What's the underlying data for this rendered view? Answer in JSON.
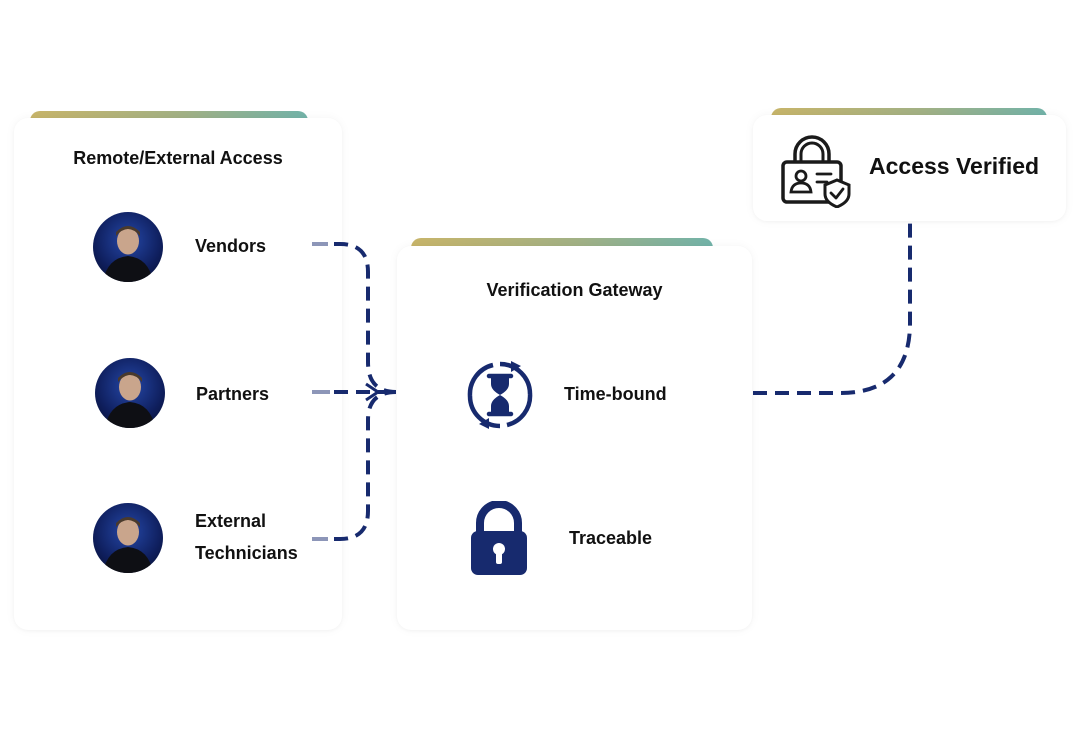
{
  "remote_card": {
    "title": "Remote/External Access",
    "items": [
      {
        "label": "Vendors",
        "avatar": "person-avatar"
      },
      {
        "label": "Partners",
        "avatar": "person-avatar"
      },
      {
        "label_line1": "External",
        "label_line2": "Technicians",
        "avatar": "person-avatar"
      }
    ]
  },
  "gateway_card": {
    "title": "Verification Gateway",
    "items": [
      {
        "label": "Time-bound",
        "icon": "hourglass-cycle-icon"
      },
      {
        "label": "Traceable",
        "icon": "padlock-icon"
      }
    ]
  },
  "verified_card": {
    "title": "Access Verified",
    "icon": "id-card-lock-shield-icon"
  },
  "colors": {
    "navy": "#172a6e",
    "connector_light": "#8d96b8",
    "accent_gradient": [
      "#c8b56a",
      "#a2b185",
      "#72b3a9"
    ]
  }
}
